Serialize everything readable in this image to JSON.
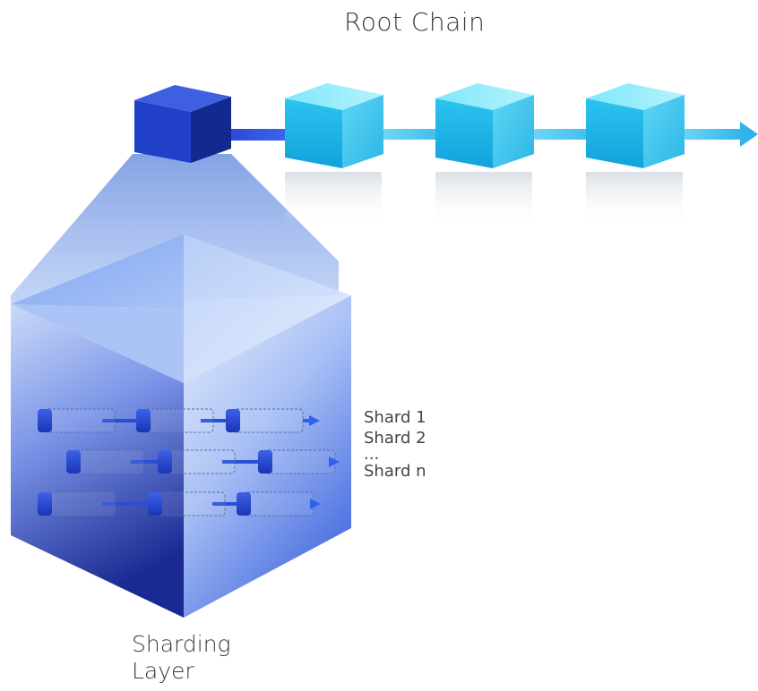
{
  "title": "Root Chain",
  "shard_labels": [
    "Shard 1",
    "Shard 2",
    "...",
    "Shard n"
  ],
  "layer_label_line1": "Sharding",
  "layer_label_line2": "Layer",
  "colors": {
    "root_block_dark": "#1a3fbf",
    "chain_block_cyan": "#2ec8ee",
    "prism_light": "#a9c6f6",
    "prism_dark": "#1d2d95",
    "shard_link": "#2a4fd6"
  },
  "root_chain_block_count": 4,
  "shard_rows": [
    {
      "name": "Shard 1",
      "block_count": 3
    },
    {
      "name": "Shard 2",
      "block_count": 3
    },
    {
      "name": "Shard n",
      "block_count": 3
    }
  ]
}
